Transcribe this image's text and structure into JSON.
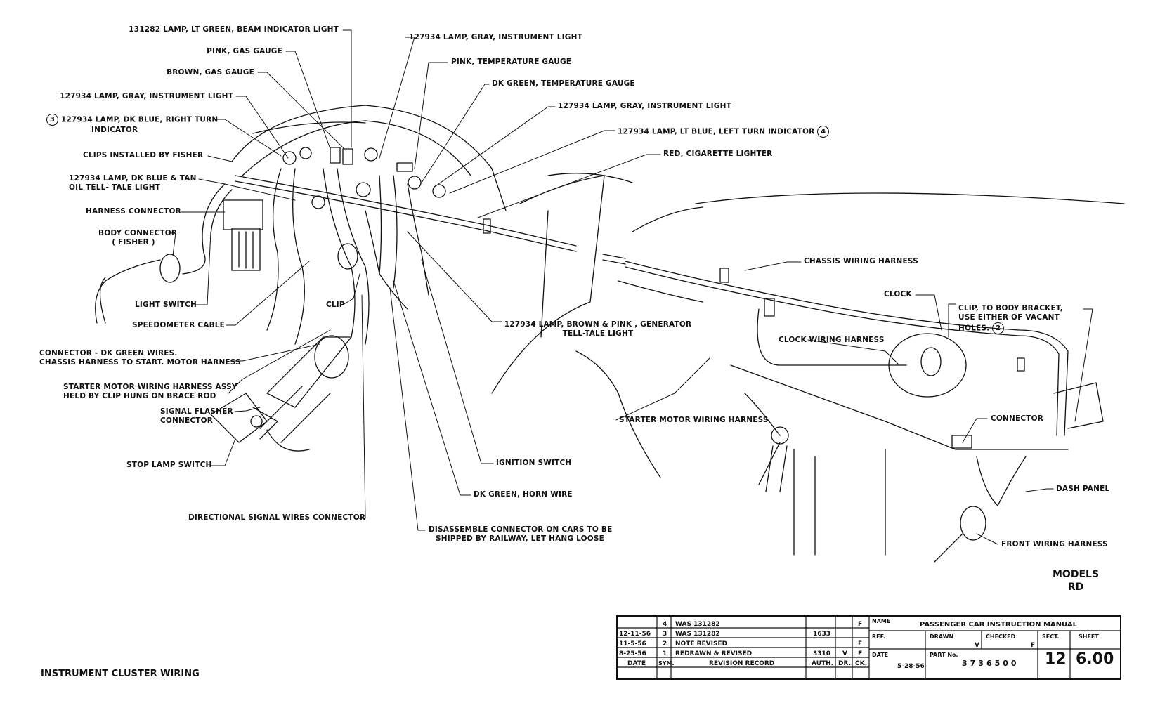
{
  "labels": {
    "l1": "131282 LAMP, LT GREEN, BEAM INDICATOR LIGHT",
    "l2": "PINK, GAS GAUGE",
    "l3": "BROWN, GAS GAUGE",
    "l4": "127934 LAMP, GRAY, INSTRUMENT LIGHT",
    "l5a": "127934 LAMP, DK BLUE, RIGHT TURN",
    "l5b": "INDICATOR",
    "l5n": "3",
    "l6": "CLIPS INSTALLED BY FISHER",
    "l7a": "127934 LAMP, DK BLUE & TAN",
    "l7b": "OIL TELL- TALE LIGHT",
    "l8": "HARNESS CONNECTOR",
    "l9a": "BODY CONNECTOR",
    "l9b": "( FISHER )",
    "l10": "LIGHT SWITCH",
    "l11": "SPEEDOMETER CABLE",
    "l12": "CLIP",
    "l13a": "CONNECTOR - DK GREEN WIRES.",
    "l13b": "CHASSIS HARNESS TO START. MOTOR HARNESS",
    "l14a": "STARTER MOTOR WIRING HARNESS ASSY",
    "l14b": "HELD BY CLIP HUNG ON BRACE ROD",
    "l15a": "SIGNAL FLASHER",
    "l15b": "CONNECTOR",
    "l16": "STOP LAMP SWITCH",
    "l17": "DIRECTIONAL SIGNAL WIRES CONNECTOR",
    "r1": "127934 LAMP, GRAY, INSTRUMENT LIGHT",
    "r2": "PINK, TEMPERATURE GAUGE",
    "r3": "DK GREEN, TEMPERATURE GAUGE",
    "r4": "127934 LAMP, GRAY, INSTRUMENT LIGHT",
    "r5": "127934 LAMP, LT BLUE, LEFT TURN  INDICATOR",
    "r5n": "4",
    "r6": "RED, CIGARETTE LIGHTER",
    "r7": "CHASSIS WIRING HARNESS",
    "r8": "CLOCK",
    "r9a": "CLIP,  TO BODY BRACKET,",
    "r9b": "USE EITHER OF VACANT",
    "r9c": "HOLES.",
    "r9n": "2",
    "r10a": "127934 LAMP, BROWN & PINK , GENERATOR",
    "r10b": "TELL-TALE LIGHT",
    "r11": "CLOCK WIRING HARNESS",
    "r12": "STARTER MOTOR WIRING HARNESS",
    "r13": "CONNECTOR",
    "r14": "IGNITION SWITCH",
    "r15": "DK GREEN, HORN WIRE",
    "r16": "DASH PANEL",
    "r17": "FRONT WIRING HARNESS",
    "r18a": "DISASSEMBLE CONNECTOR ON CARS TO BE",
    "r18b": "SHIPPED BY RAILWAY, LET HANG LOOSE"
  },
  "models": {
    "heading": "MODELS",
    "value": "RD"
  },
  "title": "INSTRUMENT CLUSTER WIRING",
  "title_block": {
    "name_label": "NAME",
    "name": "PASSENGER CAR INSTRUCTION MANUAL",
    "ref_label": "REF.",
    "drawn_label": "DRAWN",
    "drawn_value": "V",
    "checked_label": "CHECKED",
    "checked_value": "F",
    "sect_label": "SECT.",
    "sect": "12",
    "sheet_label": "SHEET",
    "sheet": "6.00",
    "date_label": "DATE",
    "date": "5-28-56",
    "part_label": "PART No.",
    "part": "3736500"
  },
  "revisions": {
    "headers": {
      "date": "DATE",
      "sym": "SYM.",
      "record": "REVISION RECORD",
      "auth": "AUTH.",
      "dr": "DR.",
      "ck": "CK."
    },
    "rows": [
      {
        "date": "",
        "sym": "4",
        "record": "WAS 131282",
        "auth": "",
        "dr": "",
        "ck": "F"
      },
      {
        "date": "12-11-56",
        "sym": "3",
        "record": "WAS 131282",
        "auth": "1633",
        "dr": "",
        "ck": ""
      },
      {
        "date": "11-5-56",
        "sym": "2",
        "record": "NOTE REVISED",
        "auth": "",
        "dr": "",
        "ck": "F"
      },
      {
        "date": "8-25-56",
        "sym": "1",
        "record": "REDRAWN & REVISED",
        "auth": "3310",
        "dr": "V",
        "ck": "F"
      }
    ]
  }
}
